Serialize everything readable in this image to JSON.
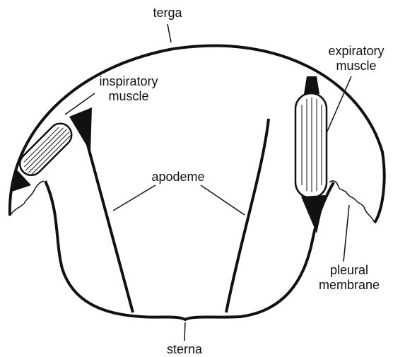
{
  "labels": {
    "terga": "terga",
    "inspiratory_line1": "inspiratory",
    "inspiratory_line2": "muscle",
    "expiratory_line1": "expiratory",
    "expiratory_line2": "muscle",
    "apodeme": "apodeme",
    "pleural_line1": "pleural",
    "pleural_line2": "membrane",
    "sterna": "sterna"
  },
  "colors": {
    "ink": "#111111",
    "background": "#ffffff"
  }
}
